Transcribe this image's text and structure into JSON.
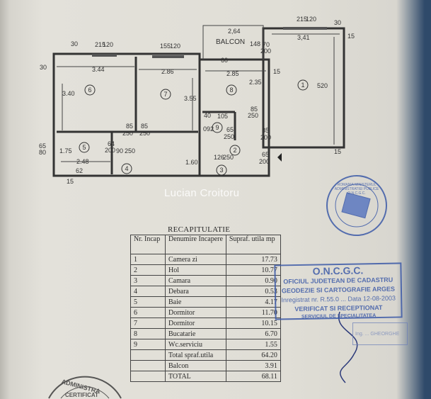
{
  "watermark": "Lucian Croitoru",
  "plan": {
    "rooms": [
      "1",
      "2",
      "3",
      "4",
      "5",
      "6",
      "7",
      "8",
      "9"
    ],
    "balcony_label": "BALCON",
    "dimensions": {
      "d30a": "30",
      "d215a": "215",
      "d120a": "120",
      "d155": "155",
      "d120b": "120",
      "d30b": "30",
      "d344": "3.44",
      "d286": "2.86",
      "d340": "3.40",
      "d355": "3.55",
      "d65": "65",
      "d80": "80",
      "d175": "1.75",
      "d248": "2.48",
      "d62": "62",
      "d15a": "15",
      "d160": "1.60",
      "d85a": "85",
      "d250a": "250",
      "d85b": "85",
      "d250b": "250",
      "d64": "64",
      "d200a": "200",
      "d90": "90",
      "d250c": "250",
      "d264": "2,64",
      "d148": "148",
      "d70": "70",
      "d200b": "200",
      "d60": "60",
      "d285": "2.85",
      "d235": "2.35",
      "d15b": "15",
      "d215b": "215",
      "d120c": "120",
      "d30c": "30",
      "d341": "3,41",
      "d15c": "15",
      "d520": "520",
      "d15d": "15",
      "d40": "40",
      "d092": "092",
      "d105": "105",
      "d65b": "65",
      "d250d": "250",
      "d85c": "85",
      "d250e": "250",
      "d126": "126",
      "d250f": "250",
      "d85d": "85",
      "d200c": "200",
      "d65c": "65",
      "d200d": "200"
    }
  },
  "recap": {
    "title": "RECAPITULATIE",
    "headers": [
      "Nr. Incap",
      "Denumire Incapere",
      "Supraf. utila mp"
    ],
    "rows": [
      {
        "nr": "1",
        "name": "Camera zi",
        "area": "17.73"
      },
      {
        "nr": "2",
        "name": "Hol",
        "area": "10.77"
      },
      {
        "nr": "3",
        "name": "Camara",
        "area": "0.90"
      },
      {
        "nr": "4",
        "name": "Debara",
        "area": "0.53"
      },
      {
        "nr": "5",
        "name": "Baie",
        "area": "4.17"
      },
      {
        "nr": "6",
        "name": "Dormitor",
        "area": "11.70"
      },
      {
        "nr": "7",
        "name": "Dormitor",
        "area": "10.15"
      },
      {
        "nr": "8",
        "name": "Bucatarie",
        "area": "6.70"
      },
      {
        "nr": "9",
        "name": "Wc.serviciu",
        "area": "1.55"
      },
      {
        "nr": "",
        "name": "Total spraf.utila",
        "area": "64.20"
      },
      {
        "nr": "",
        "name": "Balcon",
        "area": "3.91"
      },
      {
        "nr": "",
        "name": "TOTAL",
        "area": "68.11"
      }
    ]
  },
  "stamps": {
    "round_top": "ROMANIA MINISTERUL ADMINISTRATIEI PUBLICE O.N.C.G.C.",
    "box_title": "O.N.C.G.C.",
    "box_line1": "OFICIUL JUDETEAN DE CADASTRU",
    "box_line2": "GEODEZIE SI CARTOGRAFIE ARGES",
    "box_line3": "Inregistrat nr. R.55.0 ... Data 12-08-2003",
    "box_line4": "VERIFICAT SI RECEPTIONAT",
    "box_line5": "SERVICIUL DE SPECIALITATEA",
    "small_box": "Ing. ... GHEORGHE",
    "round_bottom": "ADMINISTRA... CERTIFICAT"
  },
  "colors": {
    "ink": "#2a2a2a",
    "stamp_blue": "#3c5aa8",
    "paper": "#e0ded6"
  }
}
